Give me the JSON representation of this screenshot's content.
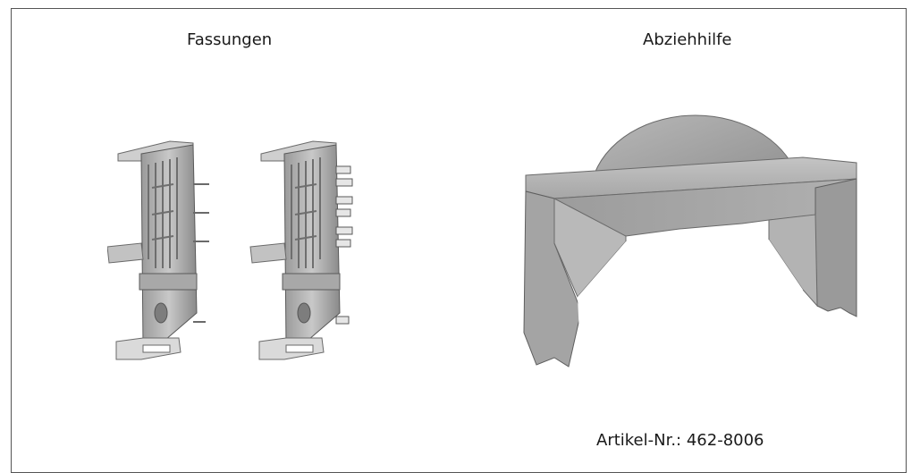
{
  "left_section": {
    "title": "Fassungen"
  },
  "right_section": {
    "title": "Abziehhilfe",
    "article_number": "Artikel-Nr.: 462-8006"
  }
}
